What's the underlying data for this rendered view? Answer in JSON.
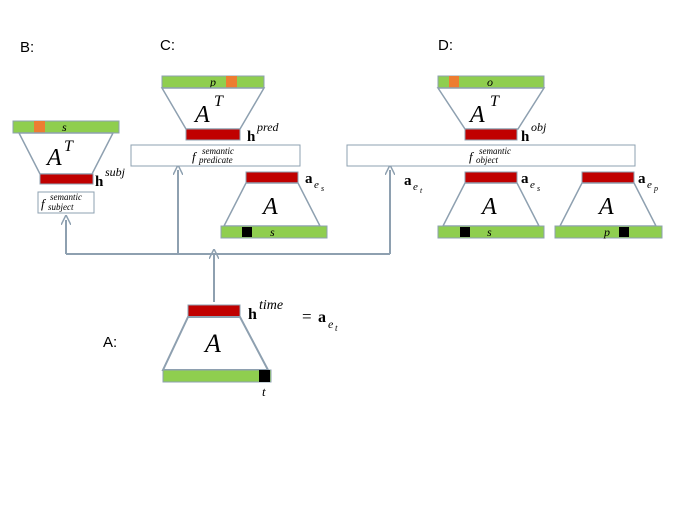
{
  "panels": {
    "A": {
      "label": "A:",
      "matrix": "A",
      "vector_symbol": "t",
      "hidden_symbol": "h",
      "hidden_superscript": "time",
      "equation_equals": "=",
      "equation_symbol": "a",
      "equation_subscript": "e",
      "equation_subsubscript": "t"
    },
    "B": {
      "label": "B:",
      "matrix": "A",
      "matrix_superscript": "T",
      "vector_symbol": "s",
      "hidden_symbol": "h",
      "hidden_superscript": "subj",
      "function_symbol": "f",
      "function_superscript": "semantic",
      "function_subscript": "subject"
    },
    "C": {
      "label": "C:",
      "matrix": "A",
      "matrix_superscript": "T",
      "vector_symbol": "p",
      "hidden_symbol": "h",
      "hidden_superscript": "pred",
      "function_symbol": "f",
      "function_superscript": "semantic",
      "function_subscript": "predicate",
      "input": {
        "matrix": "A",
        "vector_symbol": "s",
        "hidden_symbol": "a",
        "hidden_subscript": "e",
        "hidden_subsubscript": "s"
      }
    },
    "D": {
      "label": "D:",
      "matrix": "A",
      "matrix_superscript": "T",
      "vector_symbol": "o",
      "hidden_symbol": "h",
      "hidden_superscript": "obj",
      "function_symbol": "f",
      "function_superscript": "semantic",
      "function_subscript": "object",
      "time_input": {
        "symbol": "a",
        "subscript": "e",
        "subsubscript": "t"
      },
      "input_s": {
        "matrix": "A",
        "vector_symbol": "s",
        "hidden_symbol": "a",
        "hidden_subscript": "e",
        "hidden_subsubscript": "s"
      },
      "input_p": {
        "matrix": "A",
        "vector_symbol": "p",
        "hidden_symbol": "a",
        "hidden_subscript": "e",
        "hidden_subsubscript": "p"
      }
    }
  },
  "colors": {
    "vector_green": "#8fce4f",
    "hidden_red": "#c00000",
    "onehot_orange": "#ed7d31",
    "onehot_black": "#000000",
    "outline_gray": "#8ea0b0",
    "arrow_gray": "#8ea0b0"
  }
}
